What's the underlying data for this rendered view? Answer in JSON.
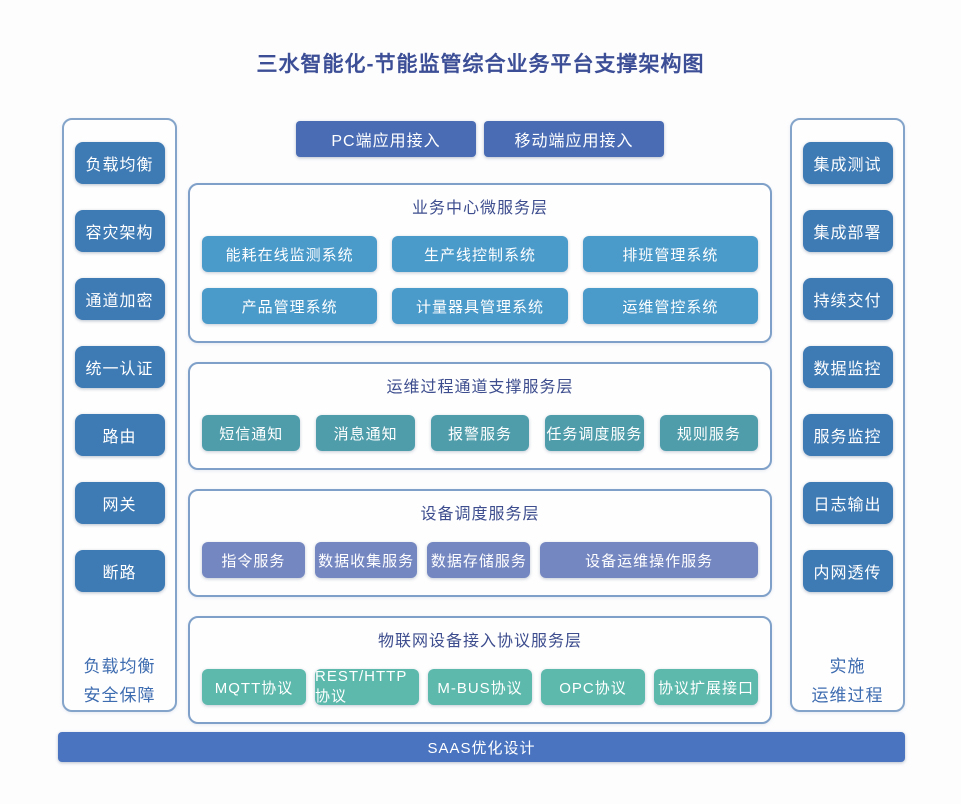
{
  "title": "三水智能化-节能监管综合业务平台支撑架构图",
  "top_buttons": {
    "pc": "PC端应用接入",
    "mobile": "移动端应用接入"
  },
  "left_sidebar": {
    "items": [
      "负载均衡",
      "容灾架构",
      "通道加密",
      "统一认证",
      "路由",
      "网关",
      "断路"
    ],
    "caption": [
      "负载均衡",
      "安全保障"
    ]
  },
  "right_sidebar": {
    "items": [
      "集成测试",
      "集成部署",
      "持续交付",
      "数据监控",
      "服务监控",
      "日志输出",
      "内网透传"
    ],
    "caption": [
      "实施",
      "运维过程"
    ]
  },
  "sections": [
    {
      "title": "业务中心微服务层",
      "rows": [
        [
          "能耗在线监测系统",
          "生产线控制系统",
          "排班管理系统"
        ],
        [
          "产品管理系统",
          "计量器具管理系统",
          "运维管控系统"
        ]
      ]
    },
    {
      "title": "运维过程通道支撑服务层",
      "rows": [
        [
          "短信通知",
          "消息通知",
          "报警服务",
          "任务调度服务",
          "规则服务"
        ]
      ]
    },
    {
      "title": "设备调度服务层",
      "rows": [
        [
          "指令服务",
          "数据收集服务",
          "数据存储服务",
          "设备运维操作服务"
        ]
      ]
    },
    {
      "title": "物联网设备接入协议服务层",
      "rows": [
        [
          "MQTT协议",
          "REST/HTTP协议",
          "M-BUS协议",
          "OPC协议",
          "协议扩展接口"
        ]
      ]
    }
  ],
  "footer": "SAAS优化设计",
  "colors": {
    "sidebar_box": "#3e7ab4",
    "top_button": "#4a6cb4",
    "business_box": "#4a9aca",
    "channel_box": "#4f9dab",
    "device_box": "#7587c1",
    "protocol_box": "#5cb9ac",
    "footer_bar": "#4a74c0",
    "container_border": "#7fa0c8",
    "title_text": "#3c4e96",
    "section_title_text": "#3d4d8e",
    "caption_text": "#3e6cb0"
  }
}
